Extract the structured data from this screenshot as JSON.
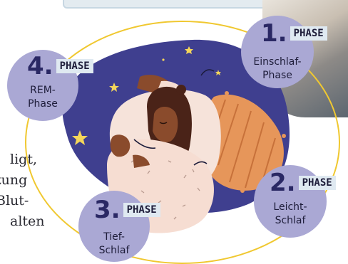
{
  "side_text": [
    "ligt,",
    "tung",
    "Blut-",
    "alten"
  ],
  "phases": [
    {
      "number": "1.",
      "tag": "PHASE",
      "name_lines": [
        "Einschlaf-",
        "Phase"
      ]
    },
    {
      "number": "2.",
      "tag": "PHASE",
      "name_lines": [
        "Leicht-",
        "Schlaf"
      ]
    },
    {
      "number": "3.",
      "tag": "PHASE",
      "name_lines": [
        "Tief-",
        "Schlaf"
      ]
    },
    {
      "number": "4.",
      "tag": "PHASE",
      "name_lines": [
        "REM-",
        "Phase"
      ]
    }
  ],
  "colors": {
    "night_blob": "#3f3f8f",
    "phase_circle": "#aaa8d4",
    "ring": "#f0c830",
    "pillow": "#e6965a",
    "skin": "#8a4b2c",
    "hair": "#4a2318",
    "pajamas": "#f6ddd2"
  }
}
